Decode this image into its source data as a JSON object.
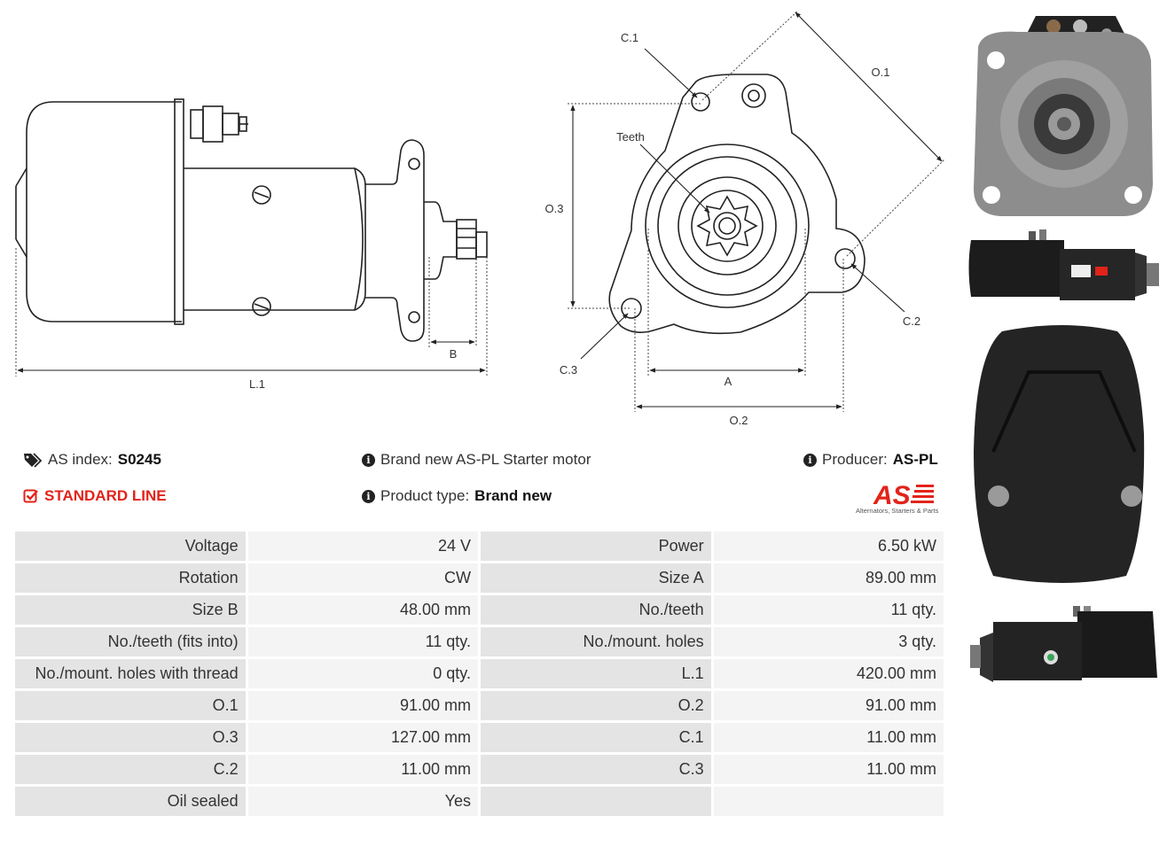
{
  "drawing_labels": {
    "l1": "L.1",
    "b": "B",
    "c1": "C.1",
    "o1": "O.1",
    "teeth": "Teeth",
    "o3": "O.3",
    "c2": "C.2",
    "c3": "C.3",
    "a": "A",
    "o2": "O.2"
  },
  "info": {
    "as_index_label": "AS index:",
    "as_index_value": "S0245",
    "standard_line": "STANDARD LINE",
    "description": "Brand new AS-PL Starter motor",
    "product_type_label": "Product type:",
    "product_type_value": "Brand new",
    "producer_label": "Producer:",
    "producer_value": "AS-PL"
  },
  "logo": {
    "text": "AS",
    "tagline": "Alternators, Starters & Parts"
  },
  "specs": [
    {
      "l1": "Voltage",
      "v1": "24 V",
      "l2": "Power",
      "v2": "6.50 kW"
    },
    {
      "l1": "Rotation",
      "v1": "CW",
      "l2": "Size A",
      "v2": "89.00 mm"
    },
    {
      "l1": "Size B",
      "v1": "48.00 mm",
      "l2": "No./teeth",
      "v2": "11 qty."
    },
    {
      "l1": "No./teeth (fits into)",
      "v1": "11 qty.",
      "l2": "No./mount. holes",
      "v2": "3 qty."
    },
    {
      "l1": "No./mount. holes with thread",
      "v1": "0 qty.",
      "l2": "L.1",
      "v2": "420.00 mm"
    },
    {
      "l1": "O.1",
      "v1": "91.00 mm",
      "l2": "O.2",
      "v2": "91.00 mm"
    },
    {
      "l1": "O.3",
      "v1": "127.00 mm",
      "l2": "C.1",
      "v2": "11.00 mm"
    },
    {
      "l1": "C.2",
      "v1": "11.00 mm",
      "l2": "C.3",
      "v2": "11.00 mm"
    },
    {
      "l1": "Oil sealed",
      "v1": "Yes",
      "l2": "",
      "v2": ""
    }
  ],
  "colors": {
    "accent_red": "#e2231a",
    "label_cell": "#e4e4e4",
    "value_cell": "#f4f4f4",
    "motor_black": "#1c1c1c"
  },
  "icons": [
    "tag-icon",
    "check-square-icon",
    "info-icon"
  ]
}
